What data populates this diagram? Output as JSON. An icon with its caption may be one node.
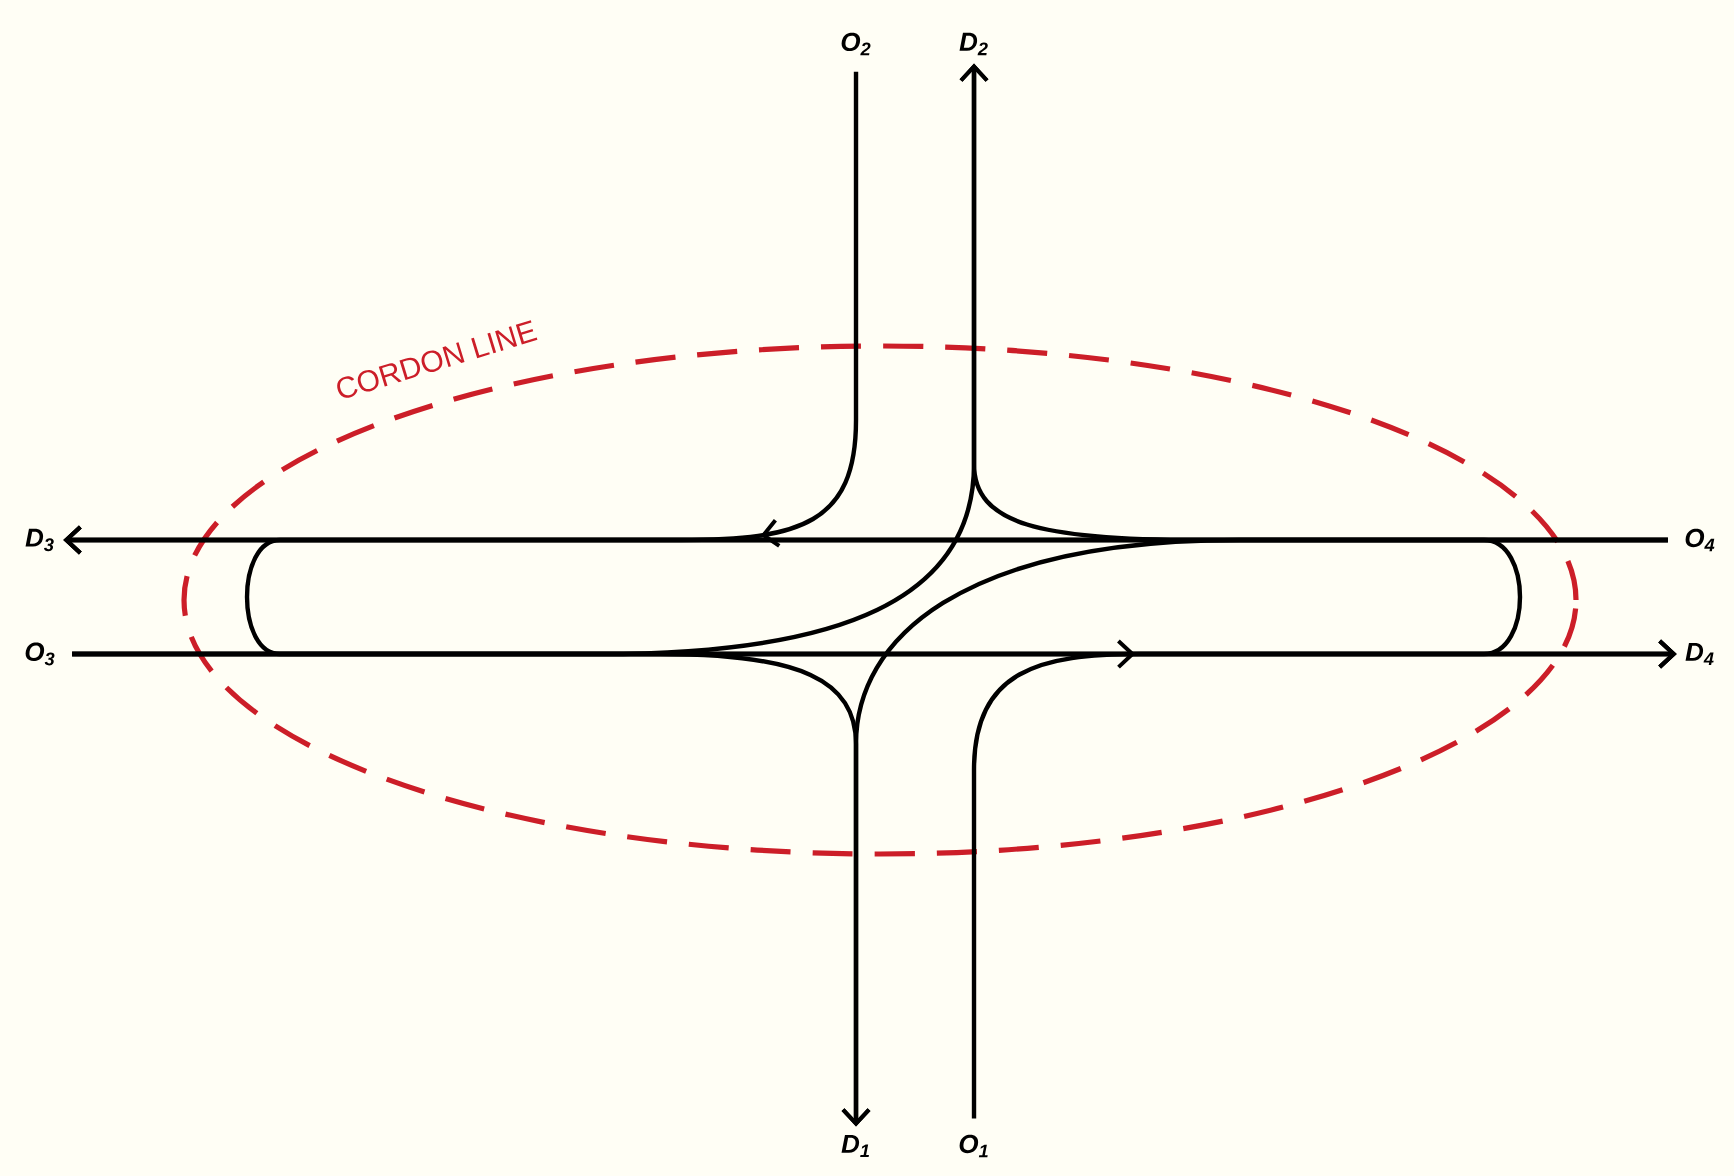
{
  "diagram": {
    "nodes": [
      {
        "text": [
          "O$_{2}$"
        ]
      },
      {
        "text": [
          "D$_{2}$"
        ]
      },
      {
        "text": [
          "D$_{3}$"
        ]
      },
      {
        "text": [
          "O$_{4}$"
        ]
      },
      {
        "text": [
          "O$_{3}$"
        ]
      },
      {
        "text": [
          "D$_{4}$"
        ]
      },
      {
        "text": [
          "D$_{1}$"
        ]
      },
      {
        "text": [
          "O$_{1}$"
        ]
      }
    ],
    "edges": [
      {
        "from": 0,
        "to": 2,
        "arrow": "to"
      },
      {
        "from": 7,
        "to": 5,
        "arrow": "to"
      },
      {
        "from": 3,
        "to": 1,
        "arrow": "to"
      },
      {
        "from": 4,
        "to": 1,
        "arrow": "to"
      },
      {
        "from": 4,
        "to": 6,
        "arrow": "to"
      },
      {
        "from": 3,
        "to": 6,
        "arrow": "to"
      },
      {
        "from": 3,
        "to": 2,
        "arrow": "to"
      },
      {
        "from": 4,
        "to": 5,
        "arrow": "to"
      },
      {
        "from": 3,
        "to": 5,
        "arrow": "to"
      },
      {
        "from": 4,
        "to": 2,
        "arrow": "to"
      }
    ],
    "labels": [
      "CORDON LINE"
    ]
  }
}
